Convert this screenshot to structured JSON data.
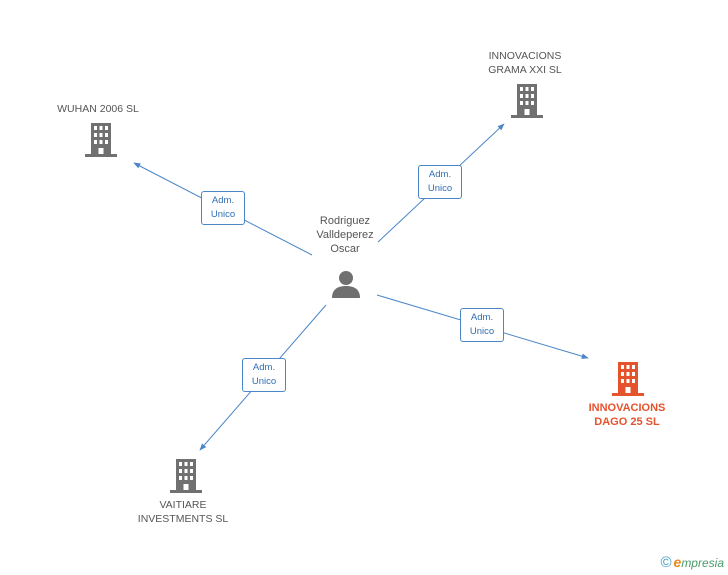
{
  "person": {
    "name_lines": [
      "Rodriguez",
      "Valldeperez",
      "Oscar"
    ],
    "icon": "person-icon"
  },
  "companies": [
    {
      "id": "wuhan",
      "name_lines": [
        "WUHAN 2006 SL"
      ],
      "icon": "building-icon",
      "highlight": false
    },
    {
      "id": "grama",
      "name_lines": [
        "INNOVACIONS",
        "GRAMA XXI SL"
      ],
      "icon": "building-icon",
      "highlight": false
    },
    {
      "id": "dago",
      "name_lines": [
        "INNOVACIONS",
        "DAGO 25 SL"
      ],
      "icon": "building-icon",
      "highlight": true
    },
    {
      "id": "vaitiare",
      "name_lines": [
        "VAITIARE",
        "INVESTMENTS SL"
      ],
      "icon": "building-icon",
      "highlight": false
    }
  ],
  "relations": [
    {
      "to": "wuhan",
      "label_lines": [
        "Adm.",
        "Unico"
      ]
    },
    {
      "to": "grama",
      "label_lines": [
        "Adm.",
        "Unico"
      ]
    },
    {
      "to": "dago",
      "label_lines": [
        "Adm.",
        "Unico"
      ]
    },
    {
      "to": "vaitiare",
      "label_lines": [
        "Adm.",
        "Unico"
      ]
    }
  ],
  "colors": {
    "edge": "#4a86c8",
    "building": "#707070",
    "building_highlight": "#e5532d",
    "person": "#707070"
  },
  "footer": {
    "copyright": "©",
    "brand_initial": "e",
    "brand_rest": "mpresia"
  }
}
